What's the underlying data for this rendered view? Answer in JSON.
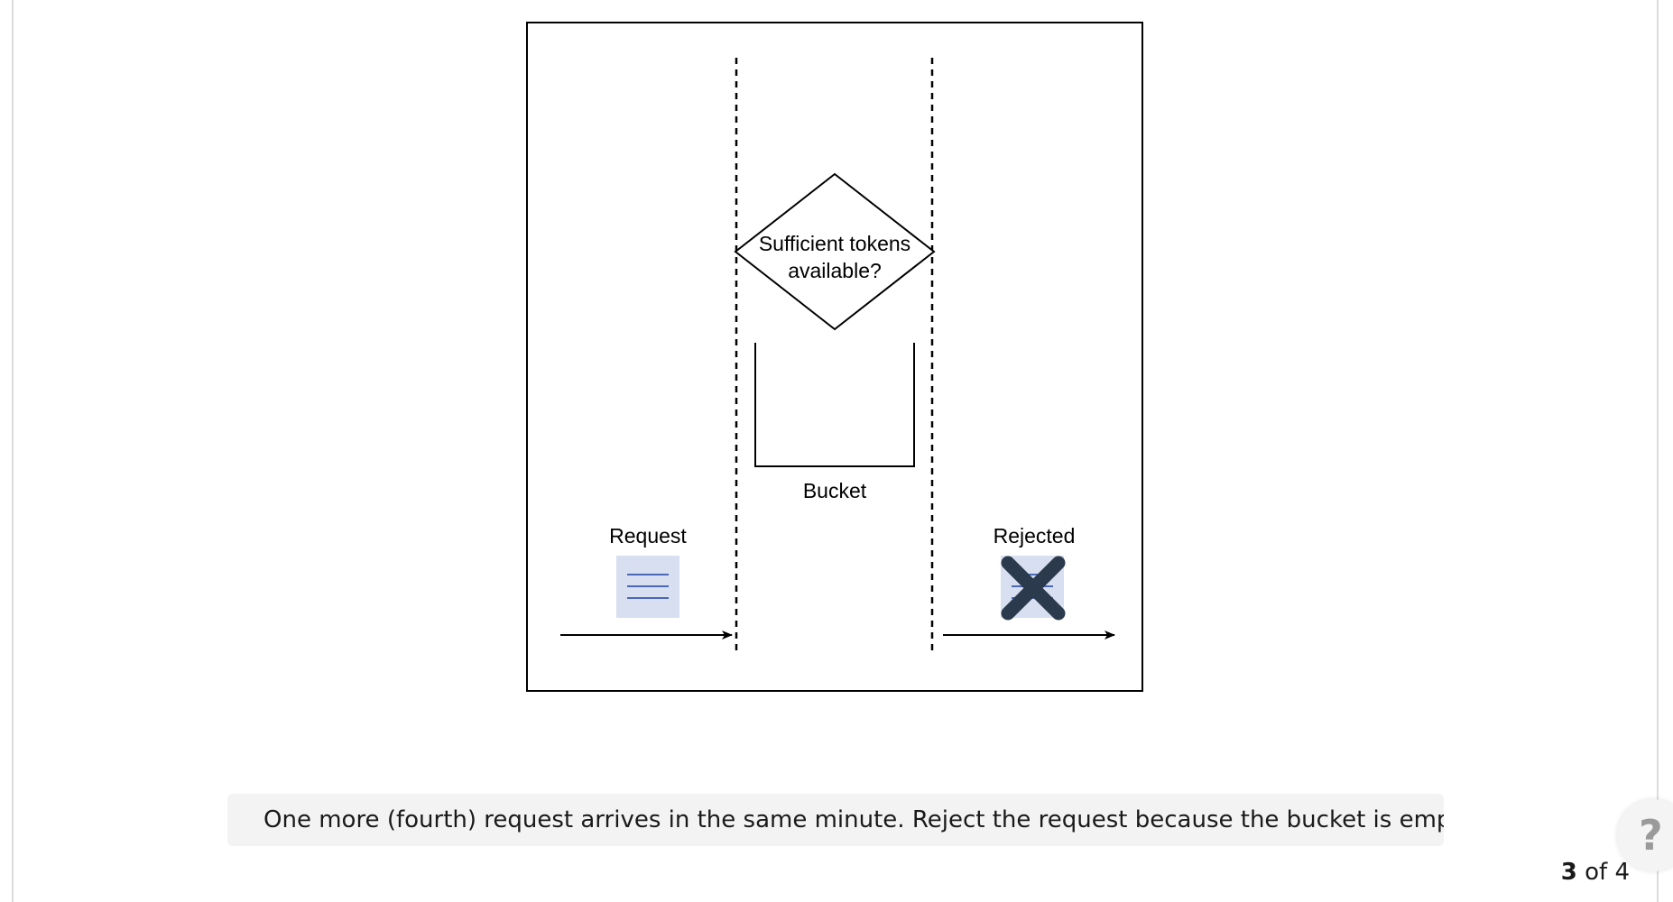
{
  "diagram": {
    "decision_text": "Sufficient tokens available?",
    "bucket_label": "Bucket",
    "request_label": "Request",
    "rejected_label": "Rejected",
    "colors": {
      "line": "#000000",
      "card_fill": "#d7dff0",
      "card_lines": "#4a67b8",
      "reject_mark": "#2b3a4d"
    },
    "icons": [
      "request-document-icon",
      "rejected-document-icon",
      "reject-x-icon",
      "arrow-right-icon"
    ]
  },
  "caption": {
    "text": "One more (fourth) request arrives in the same minute. Reject the request because the bucket is empty"
  },
  "help": {
    "label": "?"
  },
  "pager": {
    "current": "3",
    "of_text": "of 4"
  }
}
